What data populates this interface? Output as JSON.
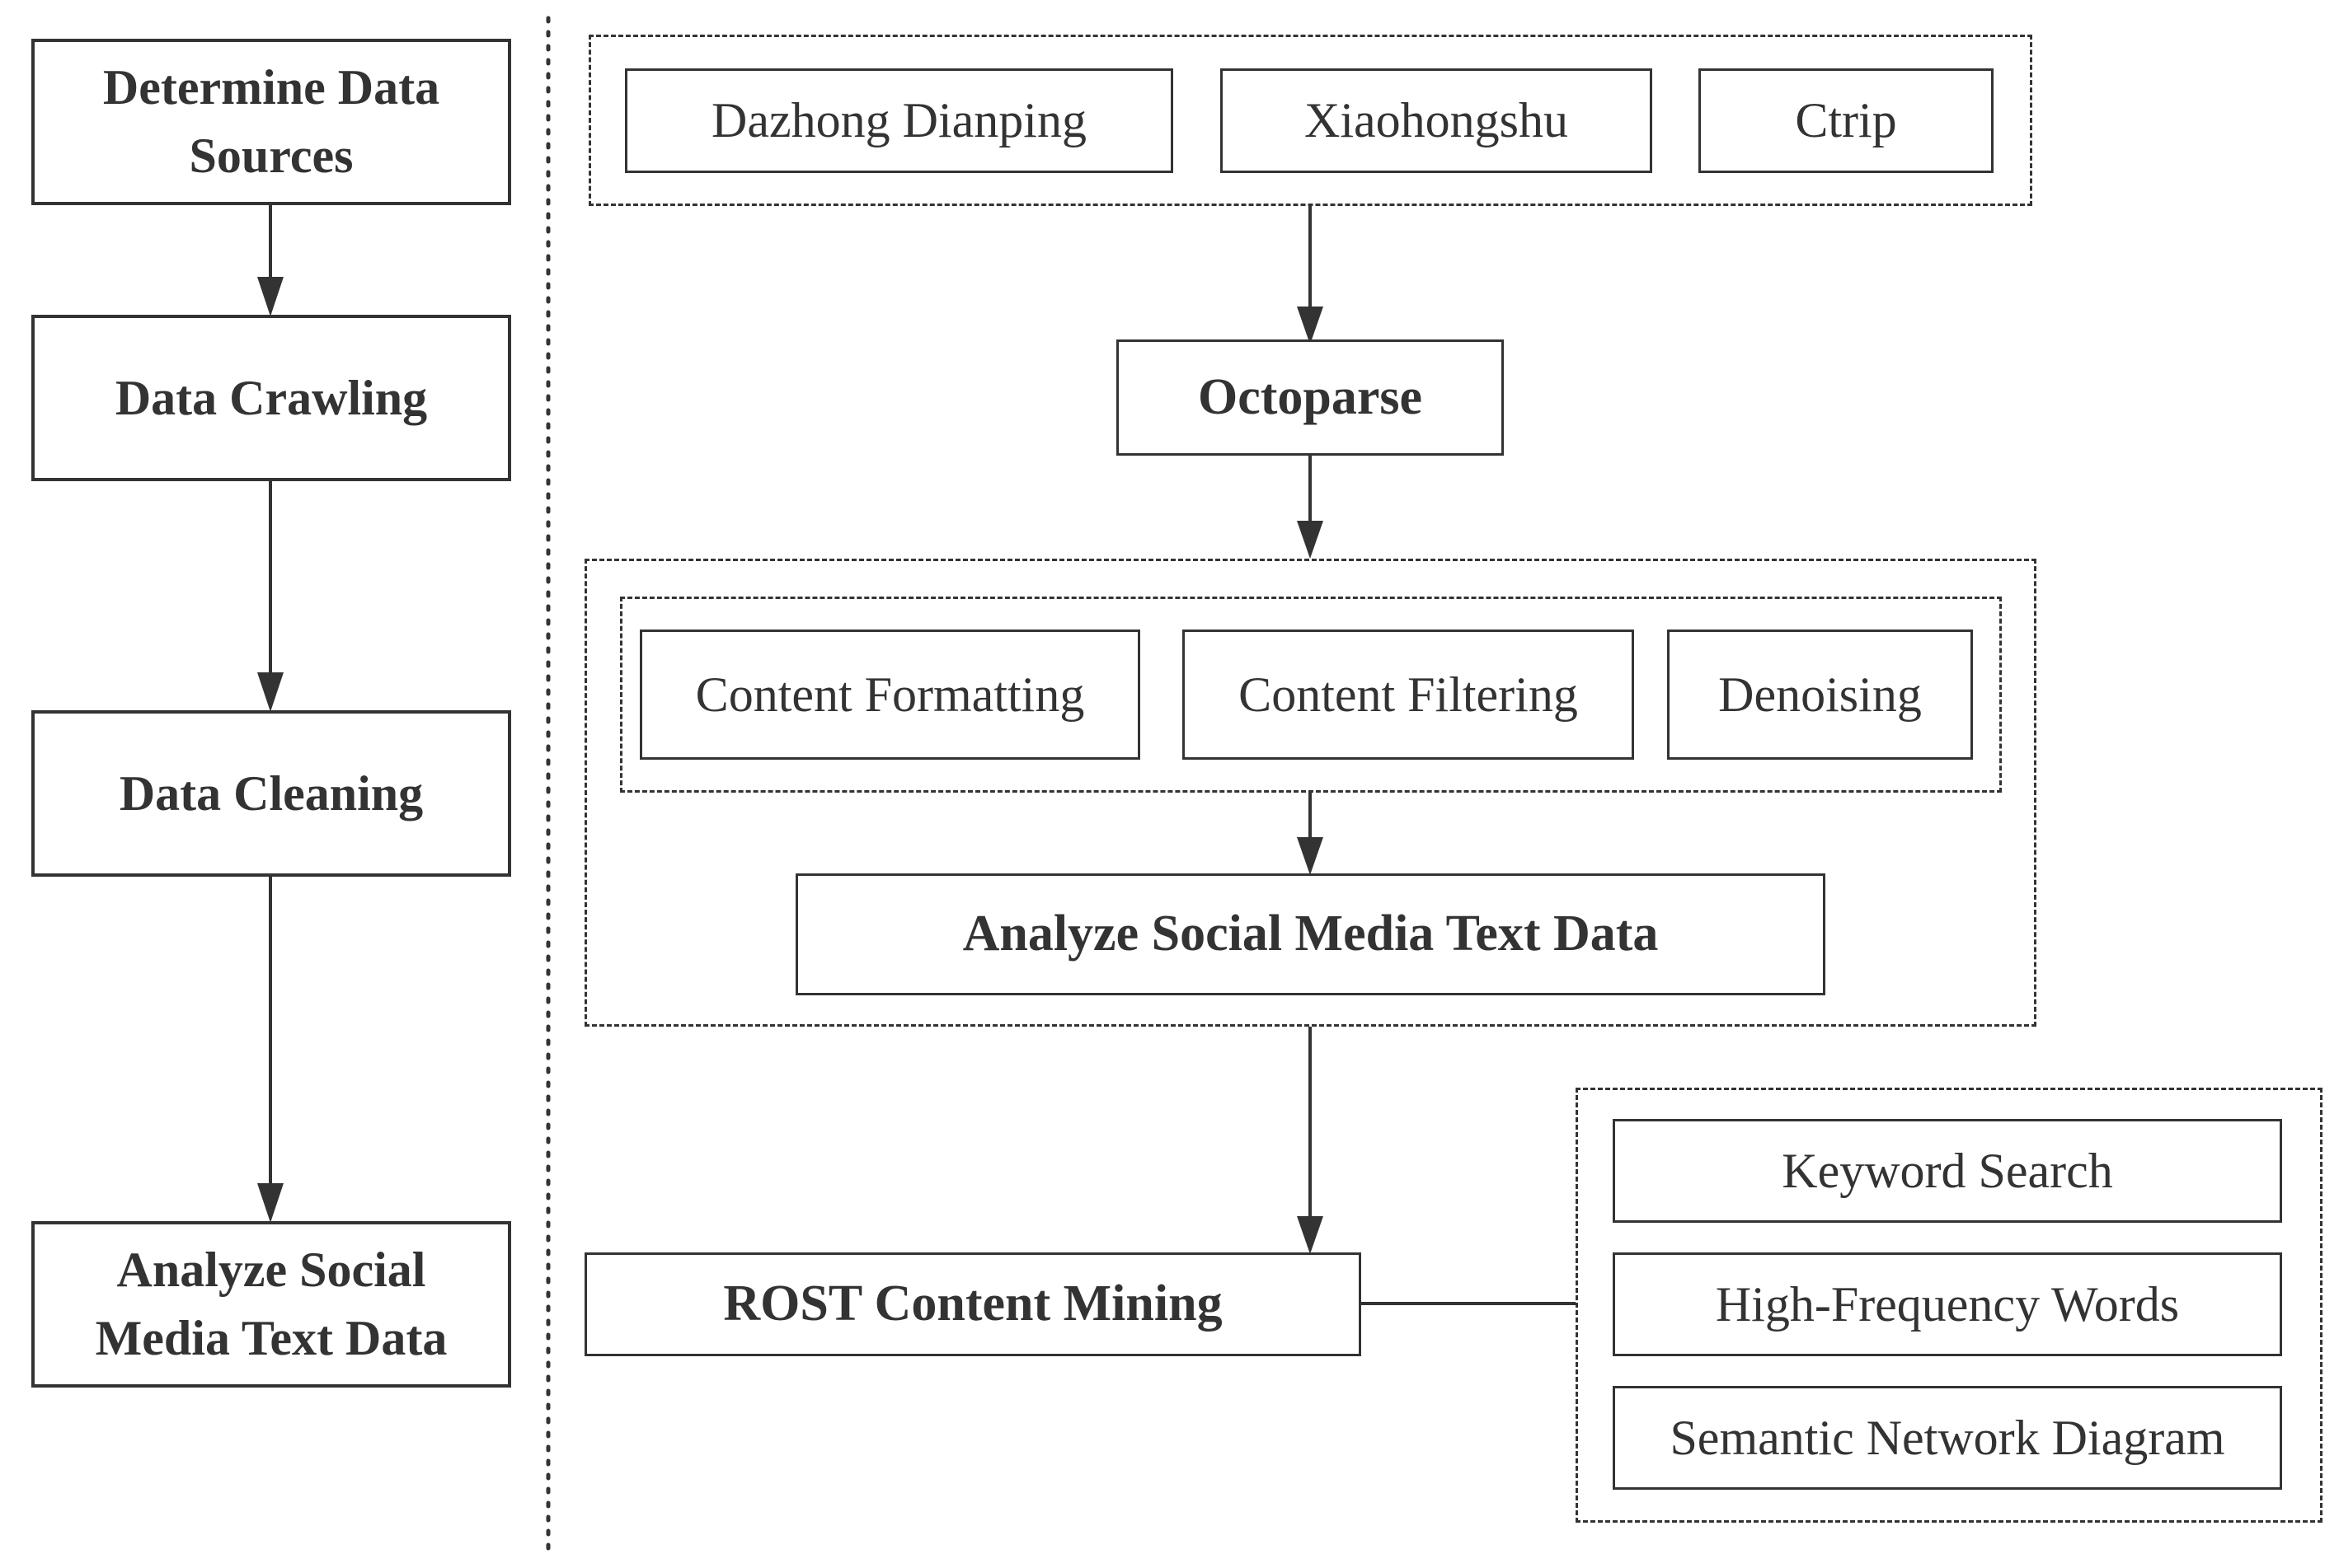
{
  "steps": [
    "Determine Data Sources",
    "Data Crawling",
    "Data Cleaning",
    "Analyze Social Media Text Data"
  ],
  "sources": [
    "Dazhong Dianping",
    "Xiaohongshu",
    "Ctrip"
  ],
  "tool": "Octoparse",
  "cleaning": [
    "Content Formatting",
    "Content Filtering",
    "Denoising"
  ],
  "analysis": "Analyze Social Media Text Data",
  "mining": "ROST Content Mining",
  "outputs": [
    "Keyword Search",
    "High-Frequency Words",
    "Semantic Network Diagram"
  ]
}
